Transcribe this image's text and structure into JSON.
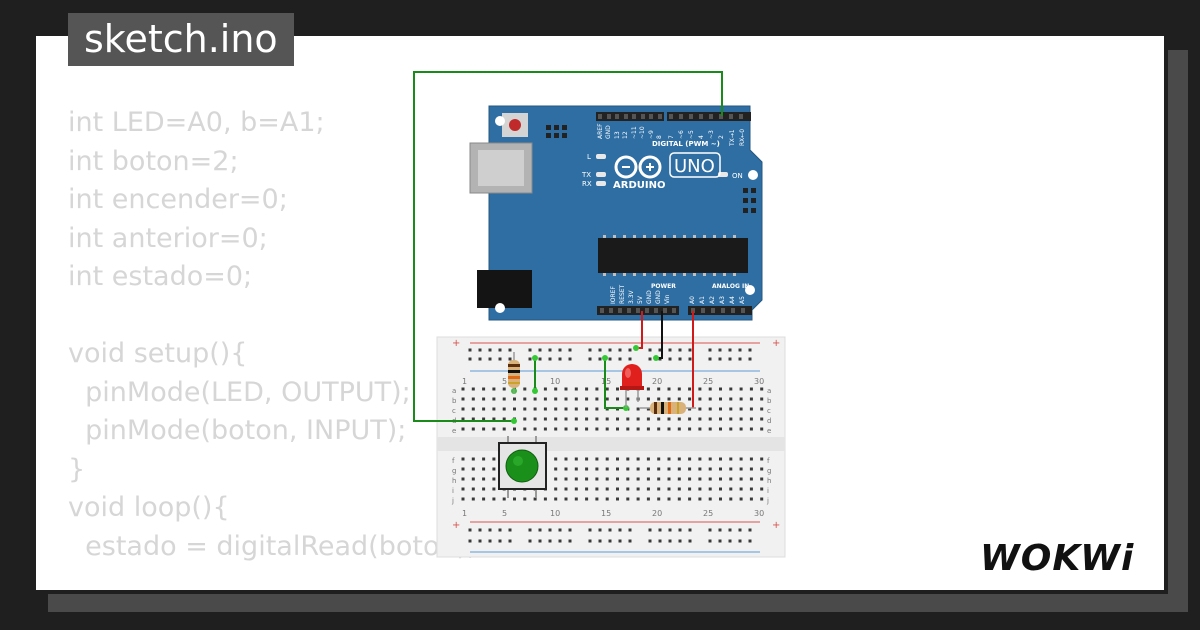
{
  "window": {
    "title": "sketch.ino"
  },
  "code_lines": [
    "int LED=A0, b=A1;",
    "int boton=2;",
    "int encender=0;",
    "int anterior=0;",
    "int estado=0;",
    "",
    "void setup(){",
    "  pinMode(LED, OUTPUT);",
    "  pinMode(boton, INPUT);",
    "}",
    "void loop(){",
    "  estado = digitalRead(boton);"
  ],
  "arduino": {
    "model": "UNO",
    "brand": "ARDUINO",
    "digital_label": "DIGITAL (PWM ~)",
    "power_label": "POWER",
    "analog_label": "ANALOG IN",
    "on_label": "ON",
    "l_label": "L",
    "tx_label": "TX",
    "rx_label": "RX",
    "digital_pins": [
      "AREF",
      "GND",
      "13",
      "12",
      "~11",
      "~10",
      "~9",
      "8",
      "7",
      "~6",
      "~5",
      "4",
      "~3",
      "2",
      "TX→1",
      "RX←0"
    ],
    "power_pins": [
      "IOREF",
      "RESET",
      "3.3V",
      "5V",
      "GND",
      "GND",
      "Vin"
    ],
    "analog_pins": [
      "A0",
      "A1",
      "A2",
      "A3",
      "A4",
      "A5"
    ]
  },
  "breadboard": {
    "column_numbers": [
      "1",
      "5",
      "10",
      "15",
      "20",
      "25",
      "30"
    ],
    "rows_top": [
      "a",
      "b",
      "c",
      "d",
      "e"
    ],
    "rows_bottom": [
      "f",
      "g",
      "h",
      "i",
      "j"
    ],
    "rail_sign": "+"
  },
  "brand": {
    "logo_text": "WOKWi"
  },
  "colors": {
    "board": "#2f6ea3",
    "wire_green": "#1a8a1a",
    "wire_red": "#d11a1a",
    "wire_black": "#111111",
    "led_red": "#e0201c",
    "button_green": "#1a8f1a",
    "breadboard": "#f1f1f1",
    "code_text": "#d6d6d6"
  }
}
